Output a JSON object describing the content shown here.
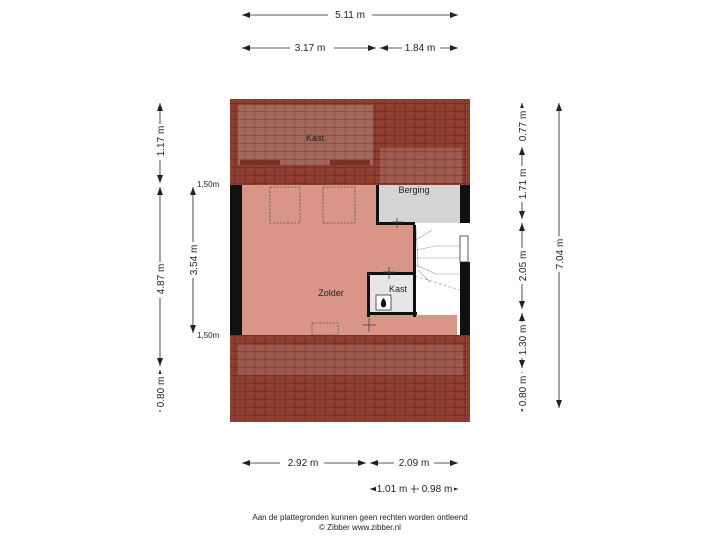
{
  "dimensions": {
    "top_total": "5.11 m",
    "top_left": "3.17 m",
    "top_right": "1.84 m",
    "bottom_left": "2.92 m",
    "bottom_right": "2.09 m",
    "bottom_small_left": "1.01 m",
    "bottom_small_right": "0.98 m",
    "left_top": "1.17 m",
    "left_middle": "4.87 m",
    "left_bottom": "0.80 m",
    "left_inner": "3.54 m",
    "left_height_top": "1,50m",
    "left_height_bottom": "1,50m",
    "right_a": "0.77 m",
    "right_b": "1.71 m",
    "right_c": "2.05 m",
    "right_d": "1.30 m",
    "right_e": "0.80 m",
    "right_total": "7.04 m"
  },
  "rooms": {
    "kast_top": "Kast",
    "berging": "Berging",
    "zolder": "Zolder",
    "kast_small": "Kast"
  },
  "footer": {
    "disclaimer": "Aan de plattegronden kunnen geen rechten worden ontleend",
    "credit": "© Zibber www.zibber.nl"
  },
  "colors": {
    "roof": "#8e3f30",
    "roof_light": "#a56e62",
    "floor": "#d99586",
    "wall": "#111111",
    "storage": "#d4d4d4"
  }
}
